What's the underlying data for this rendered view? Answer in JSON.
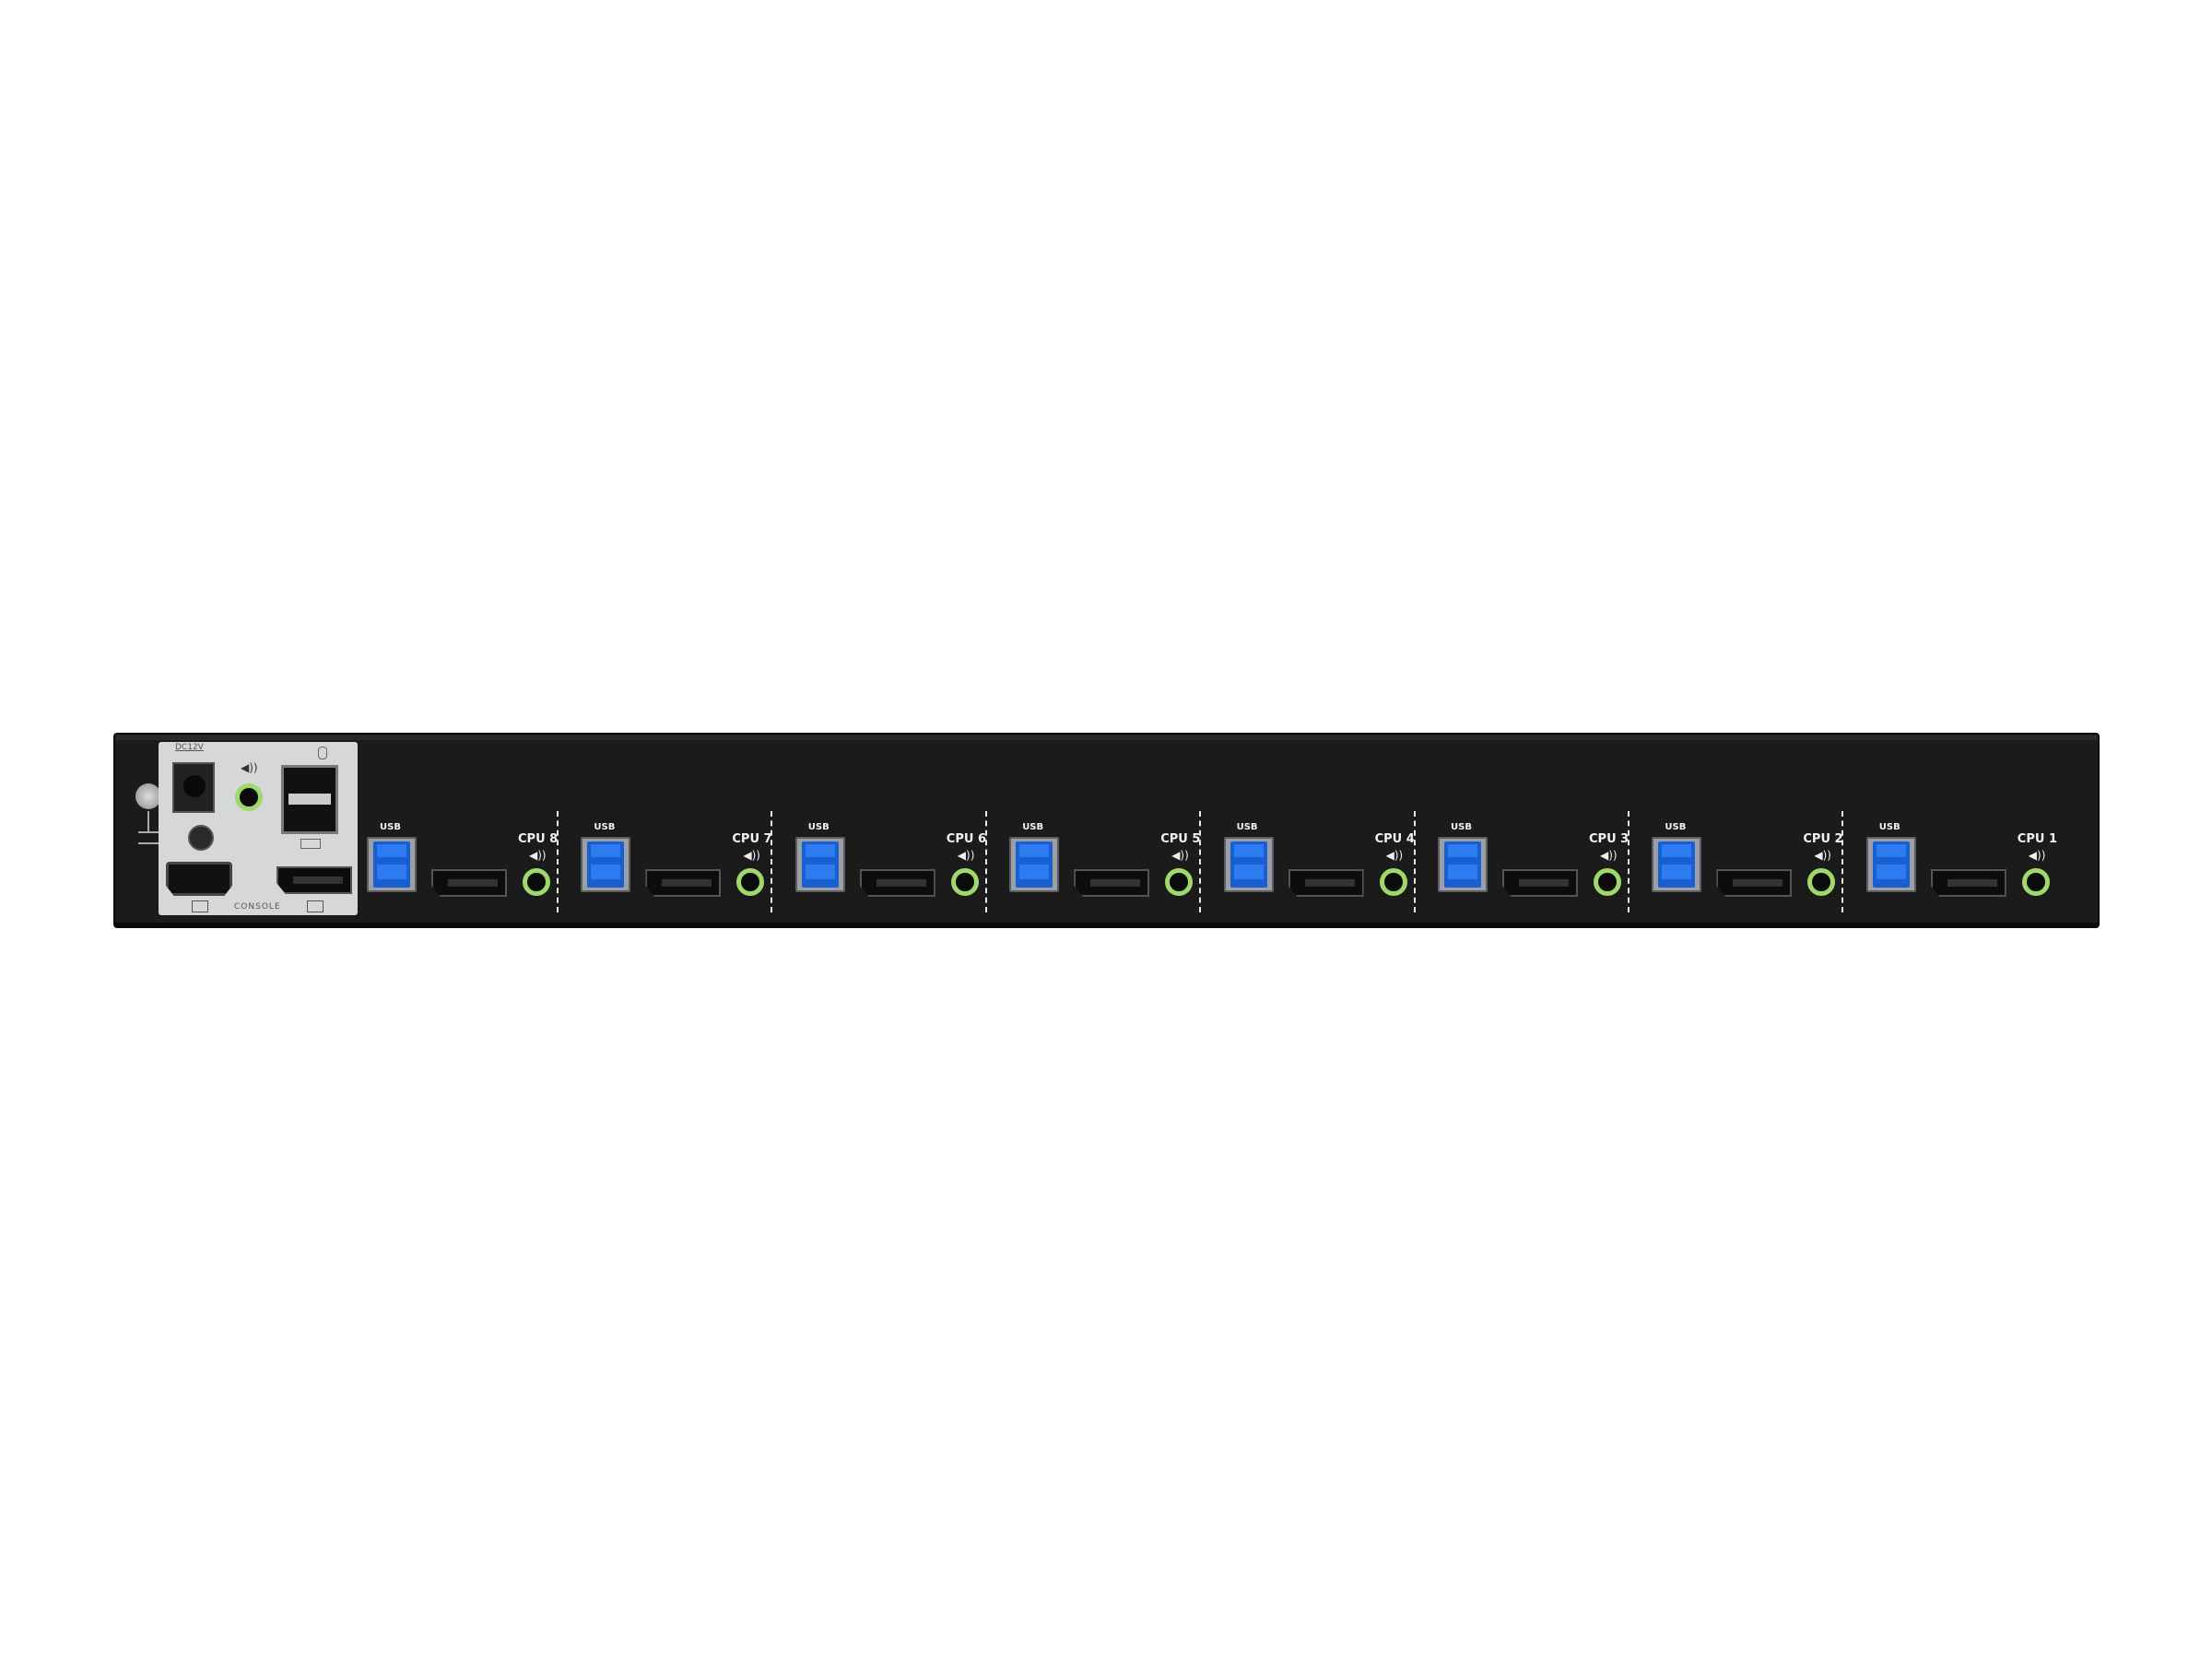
{
  "device": {
    "console": {
      "power_label": "DC12V",
      "console_label": "CONSOLE",
      "icons": [
        "ground-icon",
        "speaker-icon",
        "mouse-icon",
        "keyboard-icon",
        "monitor-icon"
      ]
    },
    "ports": [
      {
        "usb_label": "USB",
        "cpu_label": "CPU 8"
      },
      {
        "usb_label": "USB",
        "cpu_label": "CPU 7"
      },
      {
        "usb_label": "USB",
        "cpu_label": "CPU 6"
      },
      {
        "usb_label": "USB",
        "cpu_label": "CPU 5"
      },
      {
        "usb_label": "USB",
        "cpu_label": "CPU 4"
      },
      {
        "usb_label": "USB",
        "cpu_label": "CPU 3"
      },
      {
        "usb_label": "USB",
        "cpu_label": "CPU 2"
      },
      {
        "usb_label": "USB",
        "cpu_label": "CPU 1"
      }
    ],
    "colors": {
      "chassis": "#1b1b1b",
      "usb": "#1a5fd0",
      "audio": "#9fd86b",
      "panel": "#d6d7d9"
    }
  }
}
